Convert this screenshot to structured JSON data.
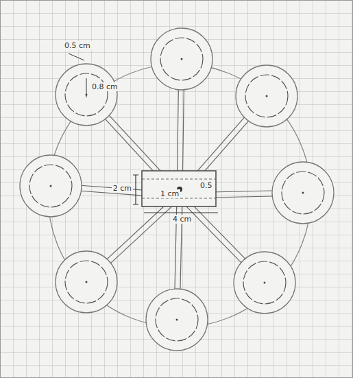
{
  "diagram": {
    "labels": [
      "0.5 cm",
      "0.8 cm",
      "2 cm",
      "4 cm",
      "0.5",
      "1 cm"
    ]
  }
}
